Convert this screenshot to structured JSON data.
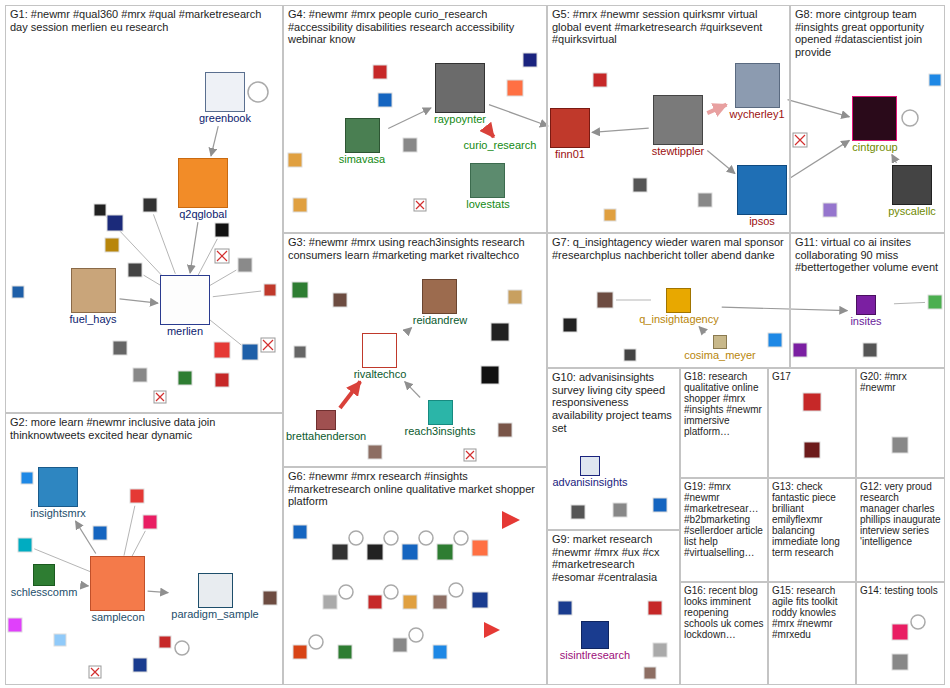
{
  "diagram": {
    "nodes": [
      {
        "text": [
          "G1: #newmr #qual360 #mrx #qual #marketresearch day session merlien eu research"
        ]
      },
      {
        "text": [
          "greenbook"
        ],
        "in": 0
      },
      {
        "text": [
          "q2qglobal"
        ],
        "in": 0
      },
      {
        "text": [
          "fuel_hays"
        ],
        "in": 0
      },
      {
        "text": [
          "merlien"
        ],
        "in": 0
      },
      {
        "text": [
          "G4: #newmr #mrx people curio_research #accessibility disabilities research accessibility webinar know"
        ]
      },
      {
        "text": [
          "raypoynter"
        ],
        "in": 5
      },
      {
        "text": [
          "simavasa"
        ],
        "in": 5
      },
      {
        "text": [
          "curio_research"
        ],
        "in": 5
      },
      {
        "text": [
          "lovestats"
        ],
        "in": 5
      },
      {
        "text": [
          "G5: #mrx #newmr session quirksmr virtual global event #marketresearch #quirksevent #quirksvirtual"
        ]
      },
      {
        "text": [
          "wycherley1"
        ],
        "in": 10
      },
      {
        "text": [
          "finn01"
        ],
        "in": 10
      },
      {
        "text": [
          "stewtippler"
        ],
        "in": 10
      },
      {
        "text": [
          "ipsos"
        ],
        "in": 10
      },
      {
        "text": [
          "G8: more cintgroup team #insights great opportunity opened #datascientist join provide"
        ]
      },
      {
        "text": [
          "cintgroup"
        ],
        "in": 15
      },
      {
        "text": [
          "pyscalellc"
        ],
        "in": 15
      },
      {
        "text": [
          "G3: #newmr #mrx using reach3insights research consumers learn #marketing market rivaltechco"
        ]
      },
      {
        "text": [
          "reidandrew"
        ],
        "in": 18
      },
      {
        "text": [
          "rivaltechco"
        ],
        "in": 18
      },
      {
        "text": [
          "brettahenderson"
        ],
        "in": 18
      },
      {
        "text": [
          "reach3insights"
        ],
        "in": 18
      },
      {
        "text": [
          "G7: q_insightagency wieder waren mal sponsor #researchplus nachbericht toller abend danke"
        ]
      },
      {
        "text": [
          "q_insightagency"
        ],
        "in": 23
      },
      {
        "text": [
          "cosima_meyer"
        ],
        "in": 23
      },
      {
        "text": [
          "G11: virtual co ai insites collaborating 90 miss #bettertogether volume event"
        ]
      },
      {
        "text": [
          "insites"
        ],
        "in": 26
      },
      {
        "text": [
          "G10: advanisinsights survey living city speed responsiveness availability project teams set"
        ]
      },
      {
        "text": [
          "advanisinsights"
        ],
        "in": 28
      },
      {
        "text": [
          "G18: research qualitative online shopper #mrx #insights #newmr immersive platform…"
        ]
      },
      {
        "text": [
          "G17"
        ]
      },
      {
        "text": [
          "G20: #mrx #newmr"
        ]
      },
      {
        "text": [
          "G2: more learn #newmr inclusive data join thinknowtweets excited hear dynamic"
        ]
      },
      {
        "text": [
          "insightsmrx"
        ],
        "in": 33
      },
      {
        "text": [
          "schlesscomm"
        ],
        "in": 33
      },
      {
        "text": [
          "samplecon"
        ],
        "in": 33
      },
      {
        "text": [
          "paradigm_sample"
        ],
        "in": 33
      },
      {
        "text": [
          "G6: #newmr #mrx research #insights #marketresearch online qualitative market shopper platform"
        ]
      },
      {
        "text": [
          "G9: market research #newmr #mrx #ux #cx #marketresearch #esomar #centralasia"
        ]
      },
      {
        "text": [
          "sisintlresearch"
        ],
        "in": 39
      },
      {
        "text": [
          "G19: #mrx #newmr #marketresear… #b2bmarketing #sellerdoer article list help #virtualselling…"
        ]
      },
      {
        "text": [
          "G13: check fantastic piece brilliant emilyflexmr balancing immediate long term research"
        ]
      },
      {
        "text": [
          "G12: very proud research manager charles phillips inaugurate interview series 'intelligence"
        ]
      },
      {
        "text": [
          "G16: recent blog looks imminent reopening schools uk comes lockdown…"
        ]
      },
      {
        "text": [
          "G15: research agile fits toolkit roddy knowles #mrx #newmr #mrxedu"
        ]
      },
      {
        "text": [
          "G14: testing tools"
        ]
      }
    ],
    "edges": [
      {
        "from": 1,
        "to": 2,
        "arrow": "to"
      },
      {
        "from": 2,
        "to": 4,
        "arrow": "to"
      },
      {
        "from": 3,
        "to": 4,
        "arrow": "to"
      },
      {
        "from": 7,
        "to": 6,
        "arrow": "to"
      },
      {
        "from": 6,
        "to": 8,
        "arrow": "to"
      },
      {
        "from": 6,
        "to": 12,
        "arrow": "to"
      },
      {
        "from": 13,
        "to": 12,
        "arrow": "to"
      },
      {
        "from": 13,
        "to": 11,
        "arrow": "to"
      },
      {
        "from": 13,
        "to": 14,
        "arrow": "to"
      },
      {
        "from": 14,
        "to": 16,
        "arrow": "to"
      },
      {
        "from": 17,
        "to": 16,
        "arrow": "to"
      },
      {
        "from": 11,
        "to": 16,
        "arrow": "to"
      },
      {
        "from": 21,
        "to": 20,
        "arrow": "to"
      },
      {
        "from": 22,
        "to": 20,
        "arrow": "to"
      },
      {
        "from": 20,
        "to": 19,
        "arrow": "to"
      },
      {
        "from": 25,
        "to": 24,
        "arrow": "to"
      },
      {
        "from": 24,
        "to": 27,
        "arrow": "to"
      },
      {
        "from": 35,
        "to": 36,
        "arrow": "to"
      },
      {
        "from": 36,
        "to": 37,
        "arrow": "to"
      },
      {
        "from": 36,
        "to": 34,
        "arrow": "to"
      }
    ]
  }
}
